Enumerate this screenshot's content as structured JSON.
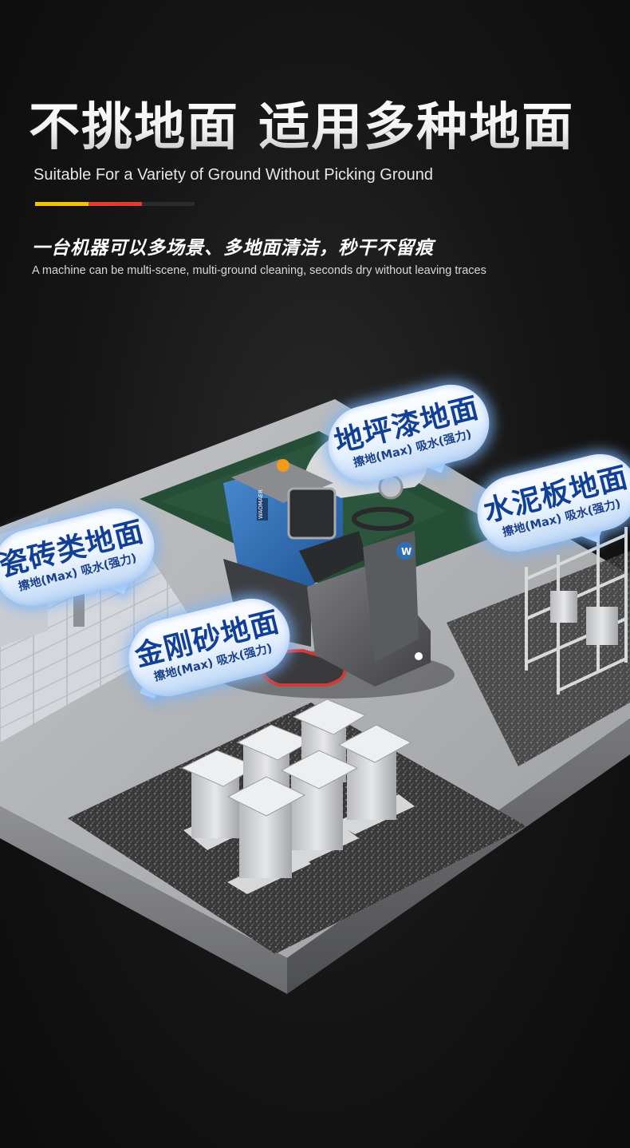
{
  "header": {
    "title": "不挑地面 适用多种地面",
    "subtitle_en": "Suitable For a Variety of Ground Without Picking Ground",
    "color_bar": [
      "#f2c400",
      "#e63a2a",
      "#2b2b2b"
    ],
    "desc_cn": "一台机器可以多场景、多地面清洁，秒干不留痕",
    "desc_en": "A machine can be multi-scene, multi-ground cleaning, seconds dry without leaving traces"
  },
  "labels": [
    {
      "title": "地坪漆地面",
      "sub": "擦地(Max)  吸水(强力)"
    },
    {
      "title": "水泥板地面",
      "sub": "擦地(Max)  吸水(强力)"
    },
    {
      "title": "瓷砖类地面",
      "sub": "擦地(Max)  吸水(强力)"
    },
    {
      "title": "金刚砂地面",
      "sub": "擦地(Max)  吸水(强力)"
    }
  ],
  "machine": {
    "brand_plate": "WAOMAER",
    "logo_letter": "W"
  },
  "colors": {
    "background": "#141414",
    "machine_blue": "#2f6fb5",
    "machine_grey": "#5a5a5a",
    "bubble_text": "#123f96",
    "epoxy_green": "#264d36"
  }
}
